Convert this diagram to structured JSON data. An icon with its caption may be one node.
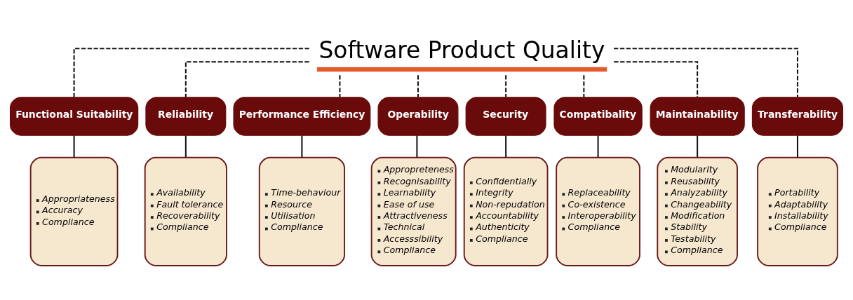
{
  "diagram": {
    "nodes": [
      {
        "text": [
          "Software Product Quality"
        ]
      },
      {
        "text": [
          "Functional Suitability"
        ]
      },
      {
        "text": [
          "Reliability"
        ]
      },
      {
        "text": [
          "Performance Efficiency"
        ]
      },
      {
        "text": [
          "Operability"
        ]
      },
      {
        "text": [
          "Security"
        ]
      },
      {
        "text": [
          "Compatibality"
        ]
      },
      {
        "text": [
          "Maintainability"
        ]
      },
      {
        "text": [
          "Transferability"
        ]
      },
      {
        "text": [
          "Appropriateness",
          "Accuracy",
          "Compliance"
        ]
      },
      {
        "text": [
          "Availability",
          "Fault tolerance",
          "Recoverability",
          "Compliance"
        ]
      },
      {
        "text": [
          "Time-behaviour",
          "Resource",
          "Utilisation",
          "Compliance"
        ]
      },
      {
        "text": [
          "Appropreteness",
          "Recognisability",
          "Learnability",
          "Ease of use",
          "Attractiveness",
          "Technical",
          "Accesssibility",
          "Compliance"
        ]
      },
      {
        "text": [
          "Confidentially",
          "Integrity",
          "Non-repudation",
          "Accountability",
          "Authenticity",
          "Compliance"
        ]
      },
      {
        "text": [
          "Replaceability",
          "Co-existence",
          "Interoperability",
          "Compliance"
        ]
      },
      {
        "text": [
          "Modularity",
          "Reusability",
          "Analyzability",
          "Changeability",
          "Modification",
          "Stability",
          "Testability",
          "Compliance"
        ]
      },
      {
        "text": [
          "Portability",
          "Adaptability",
          "Installability",
          "Compliance"
        ]
      }
    ],
    "edges": [
      {
        "from": 0,
        "to": 1,
        "arrow": "none",
        "style": "dashed"
      },
      {
        "from": 0,
        "to": 2,
        "arrow": "none",
        "style": "dashed"
      },
      {
        "from": 0,
        "to": 3,
        "arrow": "none",
        "style": "dashed"
      },
      {
        "from": 0,
        "to": 4,
        "arrow": "none",
        "style": "dashed"
      },
      {
        "from": 0,
        "to": 5,
        "arrow": "none",
        "style": "dashed"
      },
      {
        "from": 0,
        "to": 6,
        "arrow": "none",
        "style": "dashed"
      },
      {
        "from": 0,
        "to": 7,
        "arrow": "none",
        "style": "dashed"
      },
      {
        "from": 0,
        "to": 8,
        "arrow": "none",
        "style": "dashed"
      },
      {
        "from": 1,
        "to": 9,
        "arrow": "none"
      },
      {
        "from": 2,
        "to": 10,
        "arrow": "none"
      },
      {
        "from": 3,
        "to": 11,
        "arrow": "none"
      },
      {
        "from": 4,
        "to": 12,
        "arrow": "none"
      },
      {
        "from": 5,
        "to": 13,
        "arrow": "none"
      },
      {
        "from": 6,
        "to": 14,
        "arrow": "none"
      },
      {
        "from": 7,
        "to": 15,
        "arrow": "none"
      },
      {
        "from": 8,
        "to": 16,
        "arrow": "none"
      }
    ]
  }
}
